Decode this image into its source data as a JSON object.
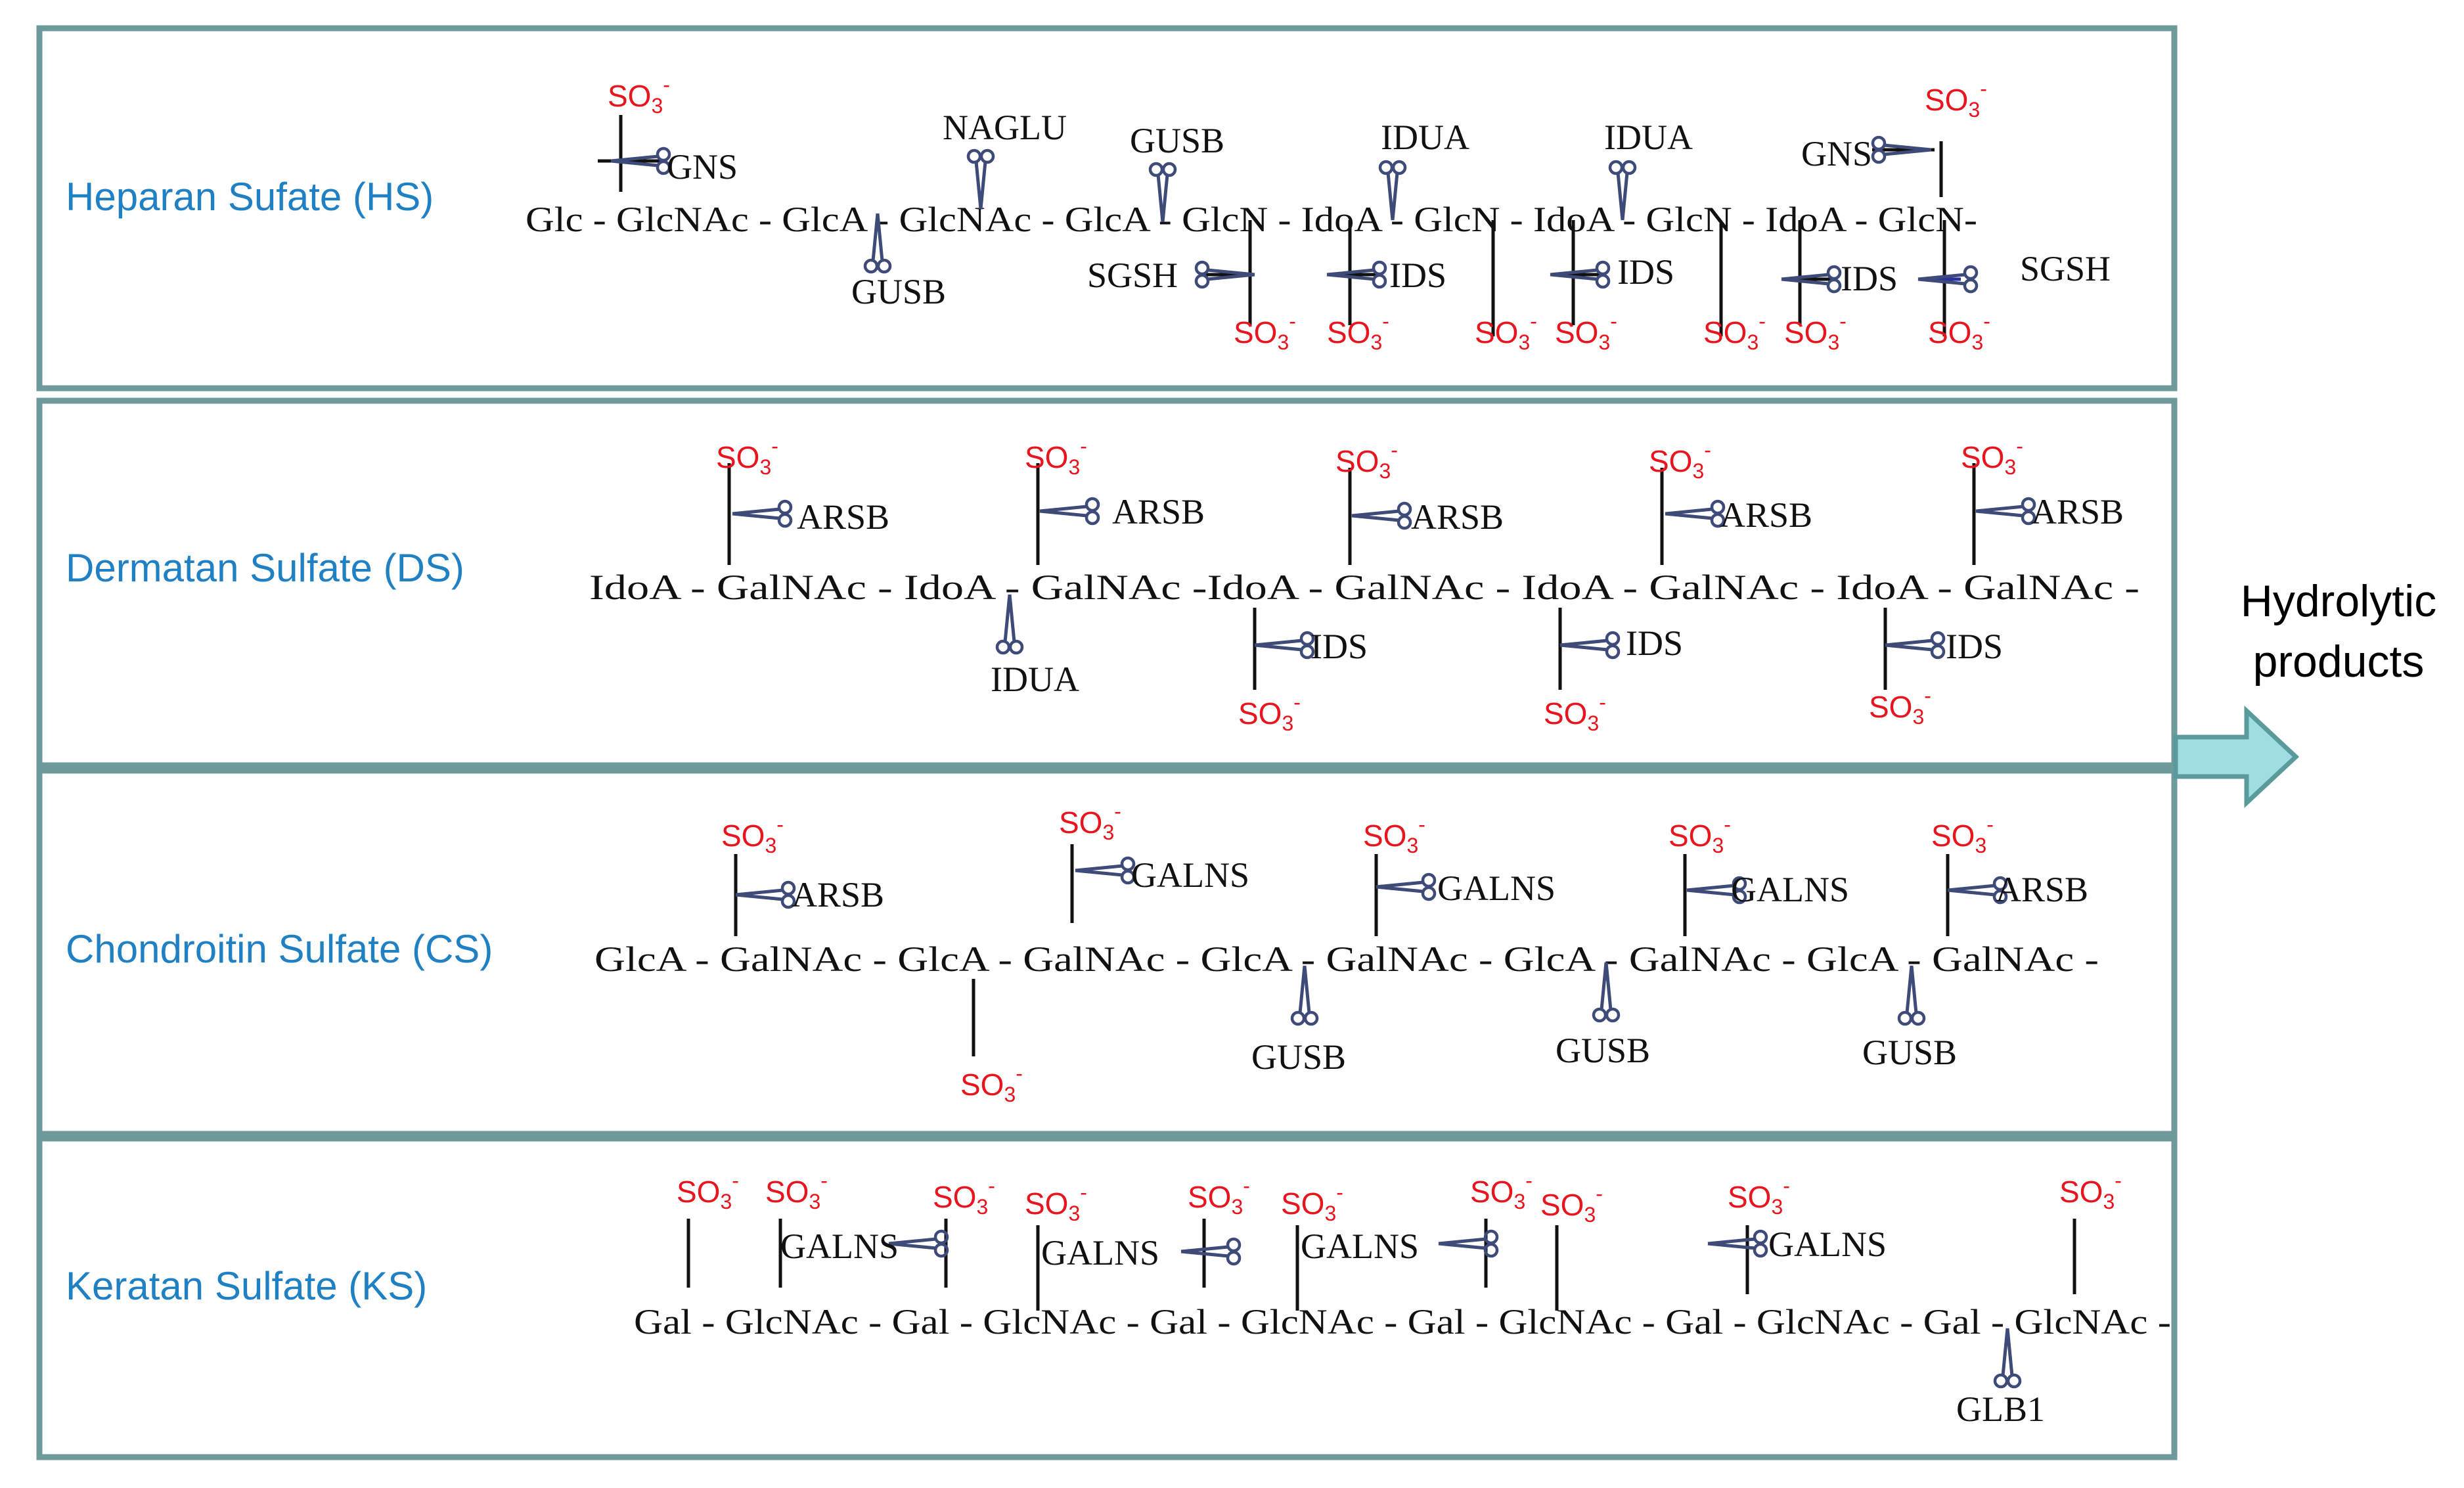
{
  "colors": {
    "panel_border": "#6e9a9c",
    "label": "#1f80c4",
    "sulfate": "#e8141e",
    "scissors": "#3e4a78",
    "arrow_fill": "#9fdde0",
    "arrow_stroke": "#5b9a9c"
  },
  "sulfate": {
    "base": "SO",
    "sub": "3",
    "sup": "-"
  },
  "icons": {
    "cleavage": "scissors-icon"
  },
  "panels": [
    {
      "label": "Heparan Sufate (HS)",
      "chain": "Glc - GlcNAc - GlcA - GlcNAc - GlcA - GlcN - IdoA - GlcN - IdoA - GlcN - IdoA - GlcN-",
      "enzymes": [
        "GNS",
        "NAGLU",
        "GUSB",
        "IDUA",
        "IDUA",
        "GNS",
        "GUSB",
        "SGSH",
        "IDS",
        "IDS",
        "IDS",
        "SGSH"
      ]
    },
    {
      "label": "Dermatan Sulfate (DS)",
      "chain": "IdoA - GalNAc - IdoA - GalNAc -IdoA - GalNAc - IdoA - GalNAc - IdoA - GalNAc -",
      "enzymes": [
        "ARSB",
        "ARSB",
        "ARSB",
        "ARSB",
        "ARSB",
        "IDUA",
        "IDS",
        "IDS",
        "IDS"
      ]
    },
    {
      "label": "Chondroitin Sulfate (CS)",
      "chain": "GlcA - GalNAc - GlcA - GalNAc - GlcA - GalNAc - GlcA - GalNAc - GlcA - GalNAc -",
      "enzymes": [
        "ARSB",
        "GALNS",
        "GALNS",
        "GALNS",
        "ARSB",
        "GUSB",
        "GUSB",
        "GUSB"
      ]
    },
    {
      "label": "Keratan Sulfate (KS)",
      "chain": "Gal - GlcNAc - Gal - GlcNAc - Gal - GlcNAc - Gal - GlcNAc - Gal - GlcNAc - Gal - GlcNAc -",
      "enzymes": [
        "GALNS",
        "GALNS",
        "GALNS",
        "GALNS",
        "GLB1"
      ]
    }
  ],
  "output": {
    "line1": "Hydrolytic",
    "line2": "products"
  }
}
